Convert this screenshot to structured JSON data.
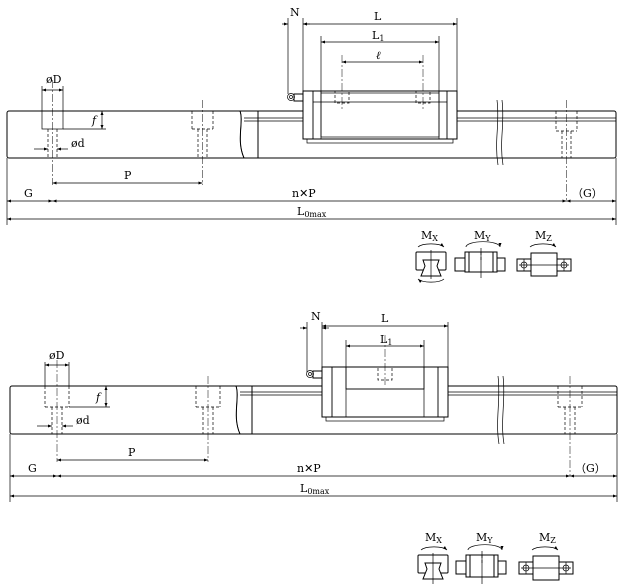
{
  "drawings": [
    {
      "labels": {
        "N": "N",
        "L": "L",
        "L1_main": "L",
        "L1_sub": "1",
        "ell": "ℓ",
        "phiD": "øD",
        "phid": "ød",
        "f": "f",
        "P": "P",
        "G": "G",
        "G_right": "（G）",
        "nxP": "n✕P",
        "Lmax_main": "L",
        "Lmax_sub": "0max"
      },
      "moments": [
        {
          "main": "M",
          "sub": "X"
        },
        {
          "main": "M",
          "sub": "Y"
        },
        {
          "main": "M",
          "sub": "Z"
        }
      ]
    },
    {
      "labels": {
        "N": "N",
        "L": "L",
        "L1_main": "L",
        "L1_sub": "1",
        "phiD": "øD",
        "phid": "ød",
        "f": "f",
        "P": "P",
        "G": "G",
        "G_right": "（G）",
        "nxP": "n✕P",
        "Lmax_main": "L",
        "Lmax_sub": "0max"
      },
      "moments": [
        {
          "main": "M",
          "sub": "X"
        },
        {
          "main": "M",
          "sub": "Y"
        },
        {
          "main": "M",
          "sub": "Z"
        }
      ]
    }
  ]
}
